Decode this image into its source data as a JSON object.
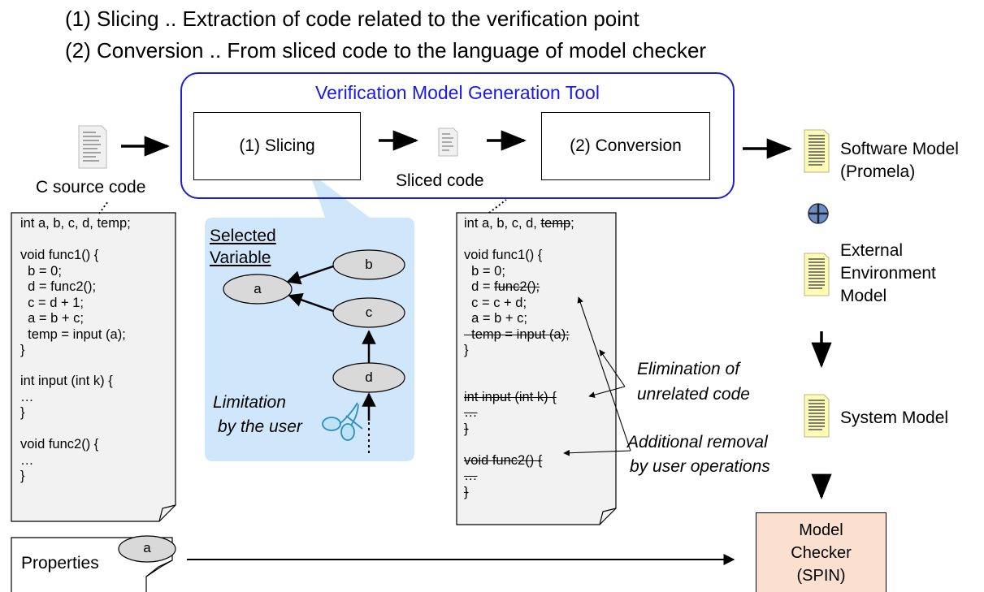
{
  "header": {
    "line1": "(1) Slicing .. Extraction of code related to the verification point",
    "line2": "(2) Conversion .. From sliced code to the language of model checker"
  },
  "tool": {
    "title": "Verification Model Generation Tool",
    "slicing_label": "(1) Slicing",
    "conversion_label": "(2) Conversion"
  },
  "labels": {
    "c_source": "C source code",
    "sliced_code": "Sliced code",
    "software_model_1": "Software Model",
    "software_model_2": "(Promela)",
    "external_env_1": "External",
    "external_env_2": "Environment",
    "external_env_3": "Model",
    "system_model": "System Model",
    "model_checker_1": "Model",
    "model_checker_2": "Checker",
    "model_checker_3": "(SPIN)",
    "properties": "Properties",
    "properties_badge": "a",
    "elimination_1": "Elimination of",
    "elimination_2": "unrelated code",
    "additional_1": "Additional removal",
    "additional_2": "by user operations"
  },
  "callout": {
    "selected_1": "Selected",
    "selected_2": "Variable",
    "limitation_1": "Limitation",
    "limitation_2": "by the user",
    "nodes": {
      "a": "a",
      "b": "b",
      "c": "c",
      "d": "d"
    }
  },
  "source_code": {
    "l1": "int a, b, c, d, temp;",
    "l2": "void func1() {",
    "l3": "  b = 0;",
    "l4": "  d = func2();",
    "l5": "  c = d + 1;",
    "l6": "  a = b + c;",
    "l7": "  temp = input (a);",
    "l8": "}",
    "l9": "int input (int k) {",
    "l10": "…",
    "l11": "}",
    "l12": "void func2() {",
    "l13": "…",
    "l14": "}"
  },
  "sliced_code": {
    "l1a": "int a, b, c, d, ",
    "l1b": "temp",
    "l1c": ";",
    "l2": "void func1() {",
    "l3": "  b = 0;",
    "l4a": "  d = ",
    "l4b": "func2();",
    "l5": "  c = c + d;",
    "l6": "  a = b + c;",
    "l7": "  temp = input (a);",
    "l8": "}",
    "l9": "int input (int k) {",
    "l10": "…",
    "l11": "}",
    "l12": "void func2() {",
    "l13": "…",
    "l14": "}"
  },
  "colors": {
    "tool_border": "#1f1fd6",
    "tool_title": "#1a1ae6",
    "callout_fill": "#cfe6fb",
    "doc_fill": "#f2f2f2",
    "model_icon": "#fdfbb4",
    "checker_fill": "#fbe0cf"
  },
  "icons": [
    "document-icon",
    "promela-document-icon",
    "plus-circle-icon",
    "scissors-icon",
    "arrow-icon"
  ]
}
